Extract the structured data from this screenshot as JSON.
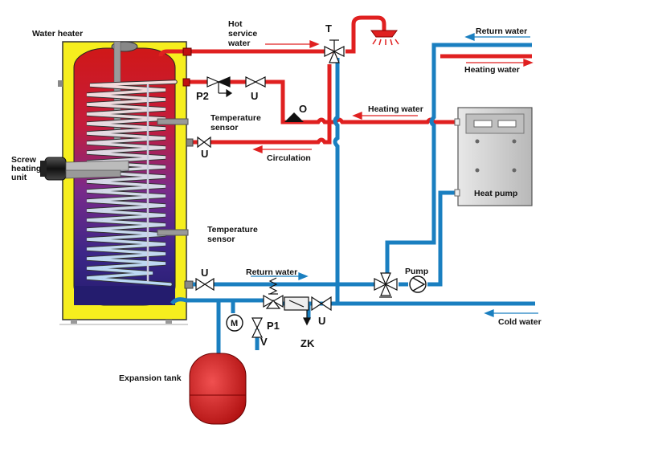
{
  "labels": {
    "water_heater": "Water heater",
    "screw_heating_unit": [
      "Screw",
      "heating",
      "unit"
    ],
    "hot_service_water": [
      "Hot",
      "service",
      "water"
    ],
    "valve_t": "T",
    "return_water_top": "Return water",
    "heating_water_out": "Heating water",
    "heating_water_in": "Heating water",
    "p2": "P2",
    "u_top": "U",
    "o": "O",
    "temp_sensor_upper": [
      "Temperature",
      "sensor"
    ],
    "u_circ": "U",
    "circulation": "Circulation",
    "heat_pump": "Heat pump",
    "temp_sensor_lower": [
      "Temperature",
      "sensor"
    ],
    "u_return": "U",
    "return_water_bottom": "Return water",
    "pump": "Pump",
    "m": "M",
    "p1": "P1",
    "u_cold": "U",
    "v": "V",
    "zk": "ZK",
    "cold_water": "Cold water",
    "expansion_tank": "Expansion tank"
  },
  "colors": {
    "hot_pipe": "#e02020",
    "cold_pipe": "#1a7fc0",
    "tank_frame": "#f6ee1e",
    "tank_top": "#d01818",
    "tank_bottom": "#2a1f7a",
    "heat_pump_body": "#cfcfcf",
    "expansion_tank": "#d81c1c"
  }
}
